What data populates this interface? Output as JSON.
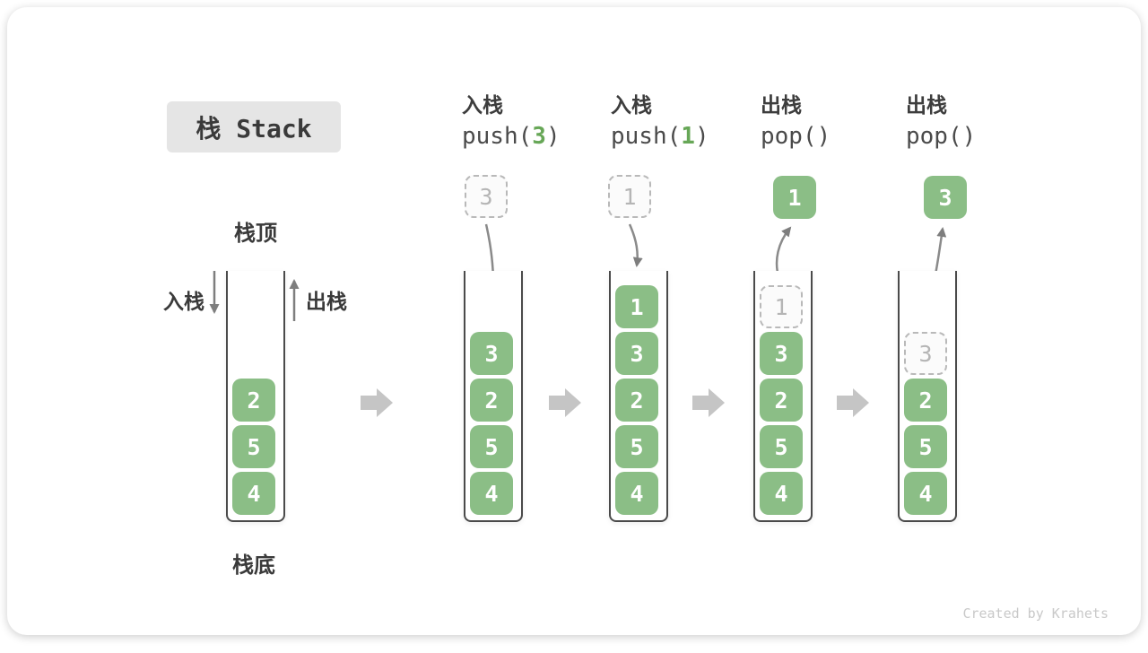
{
  "title": "栈 Stack",
  "footer": "Created by Krahets",
  "labels": {
    "stack_top": "栈顶",
    "stack_bottom": "栈底",
    "push_side": "入栈",
    "pop_side": "出栈"
  },
  "operations": [
    {
      "name": "入栈",
      "code_prefix": "push(",
      "code_arg": "3",
      "code_suffix": ")"
    },
    {
      "name": "入栈",
      "code_prefix": "push(",
      "code_arg": "1",
      "code_suffix": ")"
    },
    {
      "name": "出栈",
      "code_prefix": "pop(",
      "code_arg": "",
      "code_suffix": ")"
    },
    {
      "name": "出栈",
      "code_prefix": "pop(",
      "code_arg": "",
      "code_suffix": ")"
    }
  ],
  "stacks": [
    {
      "cells": [
        "2",
        "5",
        "4"
      ]
    },
    {
      "floating": "3",
      "cells": [
        "3",
        "2",
        "5",
        "4"
      ]
    },
    {
      "floating": "1",
      "cells": [
        "1",
        "3",
        "2",
        "5",
        "4"
      ]
    },
    {
      "floating": "1",
      "ghost": "1",
      "cells": [
        "3",
        "2",
        "5",
        "4"
      ]
    },
    {
      "floating": "3",
      "ghost": "3",
      "cells": [
        "2",
        "5",
        "4"
      ]
    }
  ],
  "colors": {
    "cell_green": "#8BBE86",
    "accent_green": "#67A757",
    "arrow_gray": "#7E7E7E",
    "block_arrow_gray": "#C5C5C5",
    "title_bg": "#E5E5E5",
    "text_dark": "#3A3A3A",
    "ghost_gray": "#B5B5B5"
  }
}
